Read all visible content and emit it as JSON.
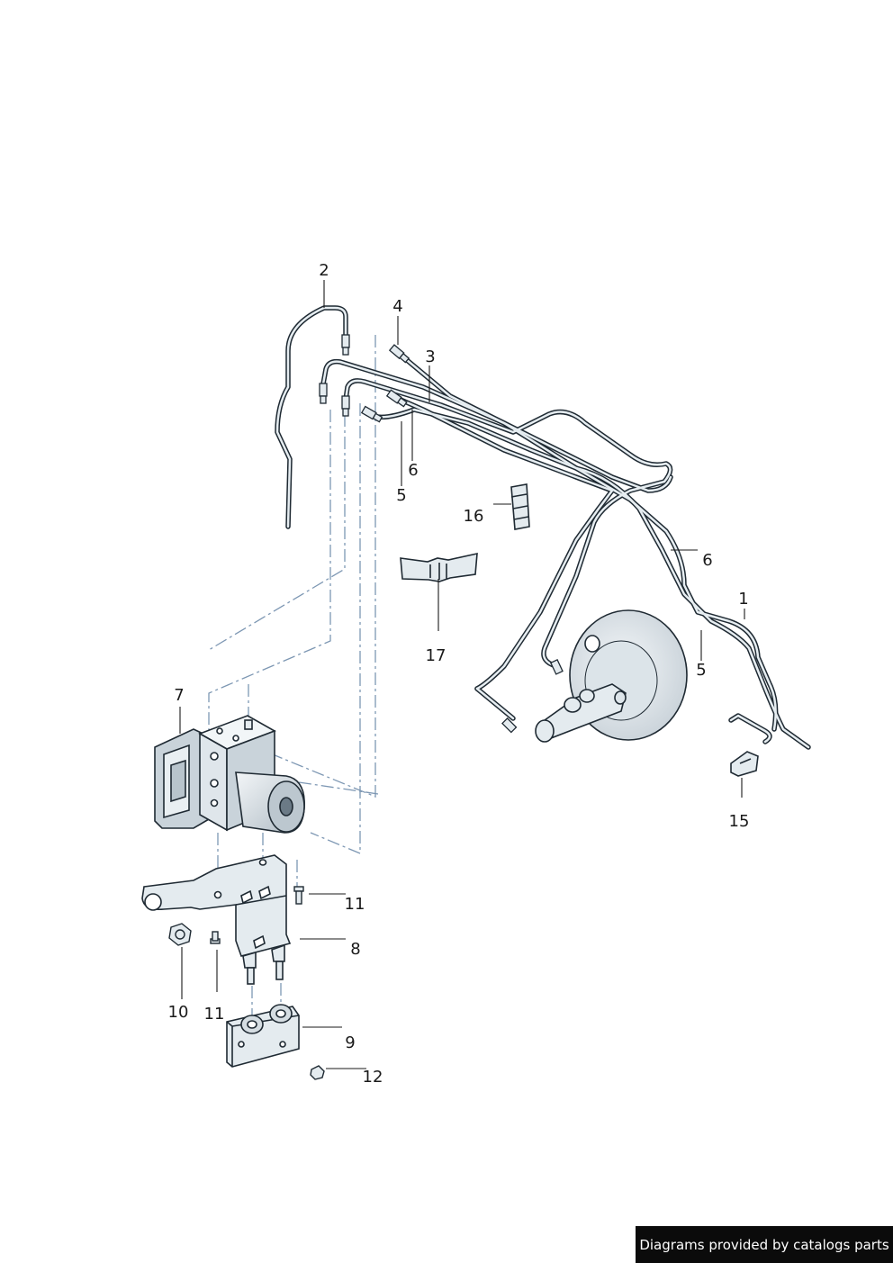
{
  "callouts": {
    "c1": "1",
    "c2": "2",
    "c3": "3",
    "c4": "4",
    "c5a": "5",
    "c5b": "5",
    "c6a": "6",
    "c6b": "6",
    "c7": "7",
    "c8": "8",
    "c9": "9",
    "c10": "10",
    "c11a": "11",
    "c11b": "11",
    "c12": "12",
    "c15": "15",
    "c16": "16",
    "c17": "17"
  },
  "footer": {
    "text": "Diagrams provided by catalogs parts"
  },
  "colors": {
    "line": "#1f2a33",
    "part_fill": "#e4ebef",
    "part_shade": "#c6d0d7",
    "dash": "#7d97b3",
    "banner_bg": "#0b0b0b",
    "banner_text": "#ffffff"
  }
}
